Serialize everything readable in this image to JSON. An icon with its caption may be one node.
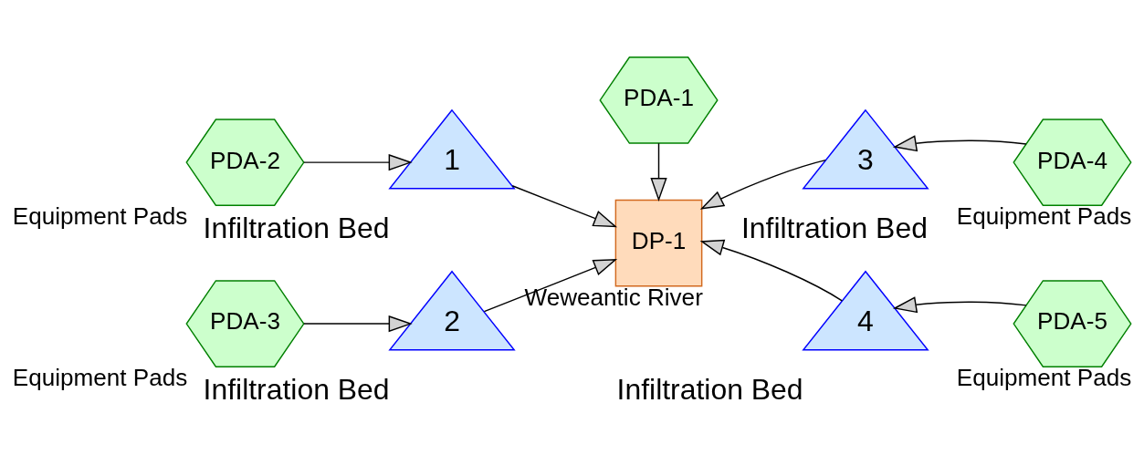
{
  "diagram": {
    "nodes": [
      {
        "text": [
          "PDA-1"
        ]
      },
      {
        "text": [
          "PDA-2"
        ],
        "beside": [
          "Equipment Pads"
        ]
      },
      {
        "text": [
          "1"
        ],
        "beside": [
          "Infiltration Bed"
        ]
      },
      {
        "text": [
          "DP-1"
        ],
        "beside": [
          "Weweantic River"
        ]
      },
      {
        "text": [
          "3"
        ],
        "beside": [
          "Infiltration Bed"
        ]
      },
      {
        "text": [
          "PDA-4"
        ],
        "beside": [
          "Equipment Pads"
        ]
      },
      {
        "text": [
          "PDA-3"
        ],
        "beside": [
          "Equipment Pads"
        ]
      },
      {
        "text": [
          "2"
        ],
        "beside": [
          "Infiltration Bed"
        ]
      },
      {
        "text": [
          "4"
        ],
        "beside": [
          "Infiltration Bed"
        ]
      },
      {
        "text": [
          "PDA-5"
        ],
        "beside": [
          "Equipment Pads"
        ]
      }
    ],
    "edges": [
      {
        "from": 1,
        "to": 2,
        "arrow": "to"
      },
      {
        "from": 0,
        "to": 3,
        "arrow": "to"
      },
      {
        "from": 2,
        "to": 3,
        "arrow": "to"
      },
      {
        "from": 5,
        "to": 4,
        "arrow": "to"
      },
      {
        "from": 4,
        "to": 3,
        "arrow": "to"
      },
      {
        "from": 6,
        "to": 7,
        "arrow": "to"
      },
      {
        "from": 7,
        "to": 3,
        "arrow": "to"
      },
      {
        "from": 9,
        "to": 8,
        "arrow": "to"
      },
      {
        "from": 8,
        "to": 3,
        "arrow": "to"
      }
    ]
  }
}
